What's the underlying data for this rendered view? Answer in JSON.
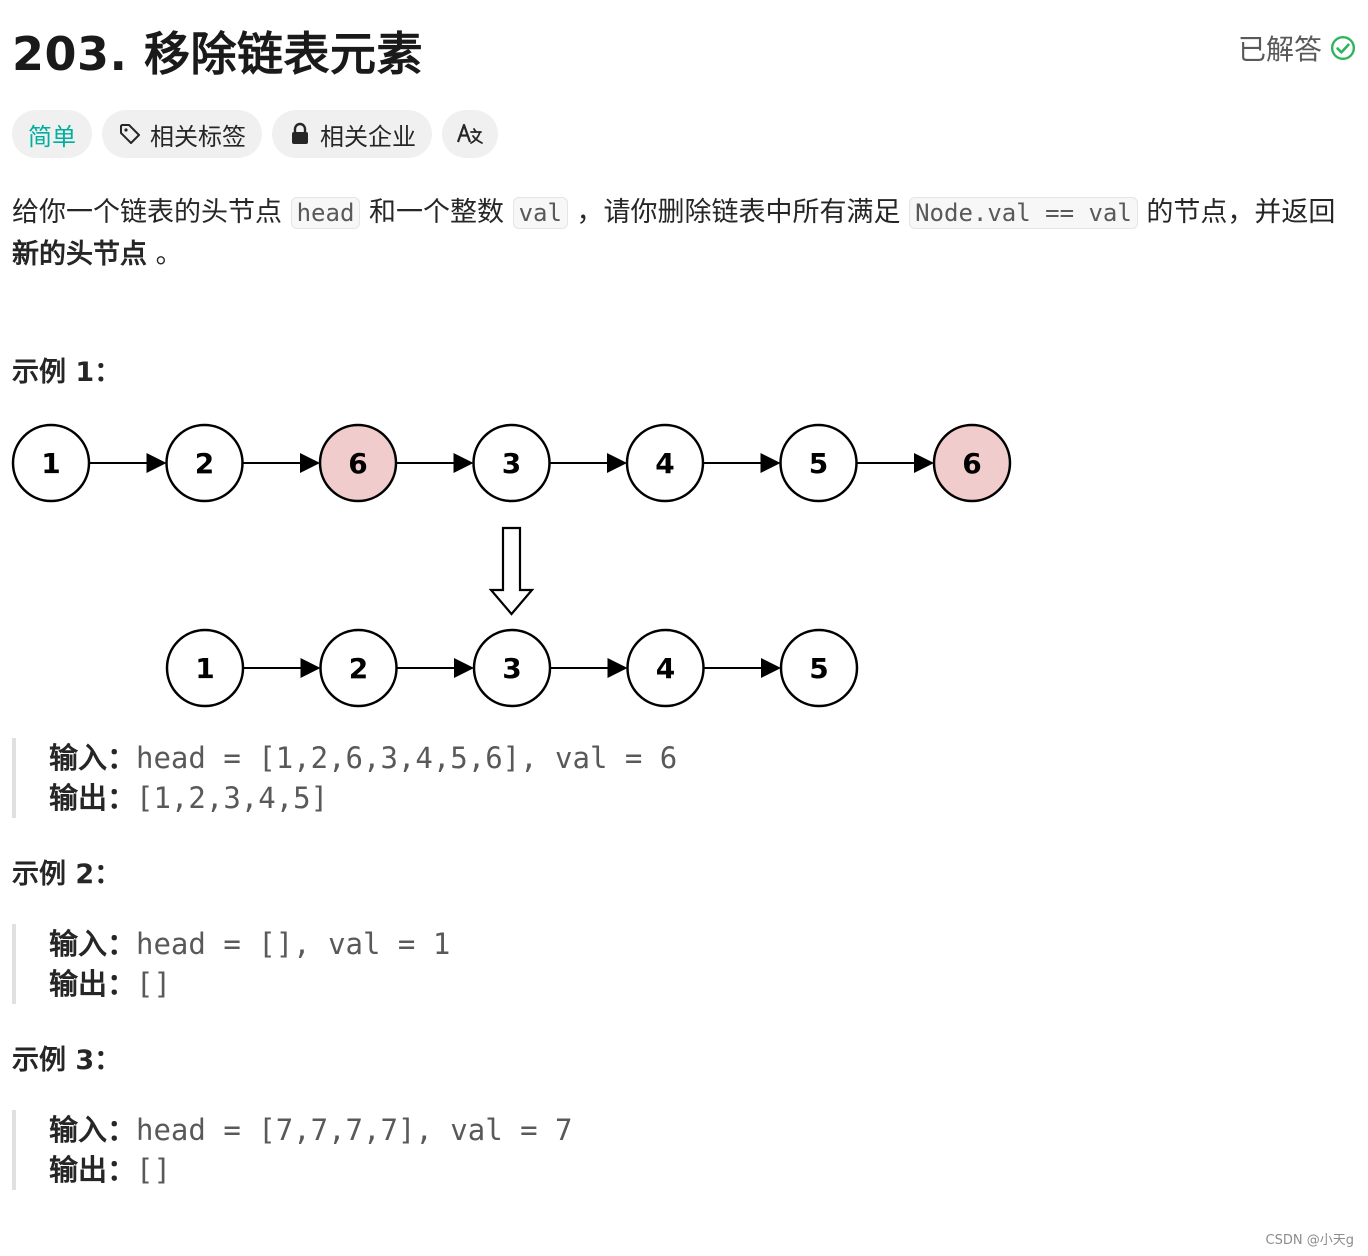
{
  "problem": {
    "title": "203. 移除链表元素",
    "status": "已解答"
  },
  "tags": {
    "difficulty": "简单",
    "related_tags": "相关标签",
    "related_companies": "相关企业"
  },
  "description": {
    "p1": "给你一个链表的头节点 ",
    "code1": "head",
    "p2": " 和一个整数 ",
    "code2": "val",
    "p3": " ，请你删除链表中所有满足 ",
    "code3": "Node.val == val",
    "p4": " 的节点，并返回 ",
    "bold": "新的头节点",
    "p5": " 。"
  },
  "diagram": {
    "top_nodes": [
      "1",
      "2",
      "6",
      "3",
      "4",
      "5",
      "6"
    ],
    "top_removed": [
      false,
      false,
      true,
      false,
      false,
      false,
      true
    ],
    "bottom_nodes": [
      "1",
      "2",
      "3",
      "4",
      "5"
    ],
    "removed_fill": "#f0cccc"
  },
  "examples": [
    {
      "title": "示例 1：",
      "input_label": "输入：",
      "input": "head = [1,2,6,3,4,5,6], val = 6",
      "output_label": "输出：",
      "output": "[1,2,3,4,5]"
    },
    {
      "title": "示例 2：",
      "input_label": "输入：",
      "input": "head = [], val = 1",
      "output_label": "输出：",
      "output": "[]"
    },
    {
      "title": "示例 3：",
      "input_label": "输入：",
      "input": "head = [7,7,7,7], val = 7",
      "output_label": "输出：",
      "output": "[]"
    }
  ],
  "watermark": "CSDN @小天g",
  "colors": {
    "easy": "#00af9b",
    "solved": "#2db55d"
  }
}
